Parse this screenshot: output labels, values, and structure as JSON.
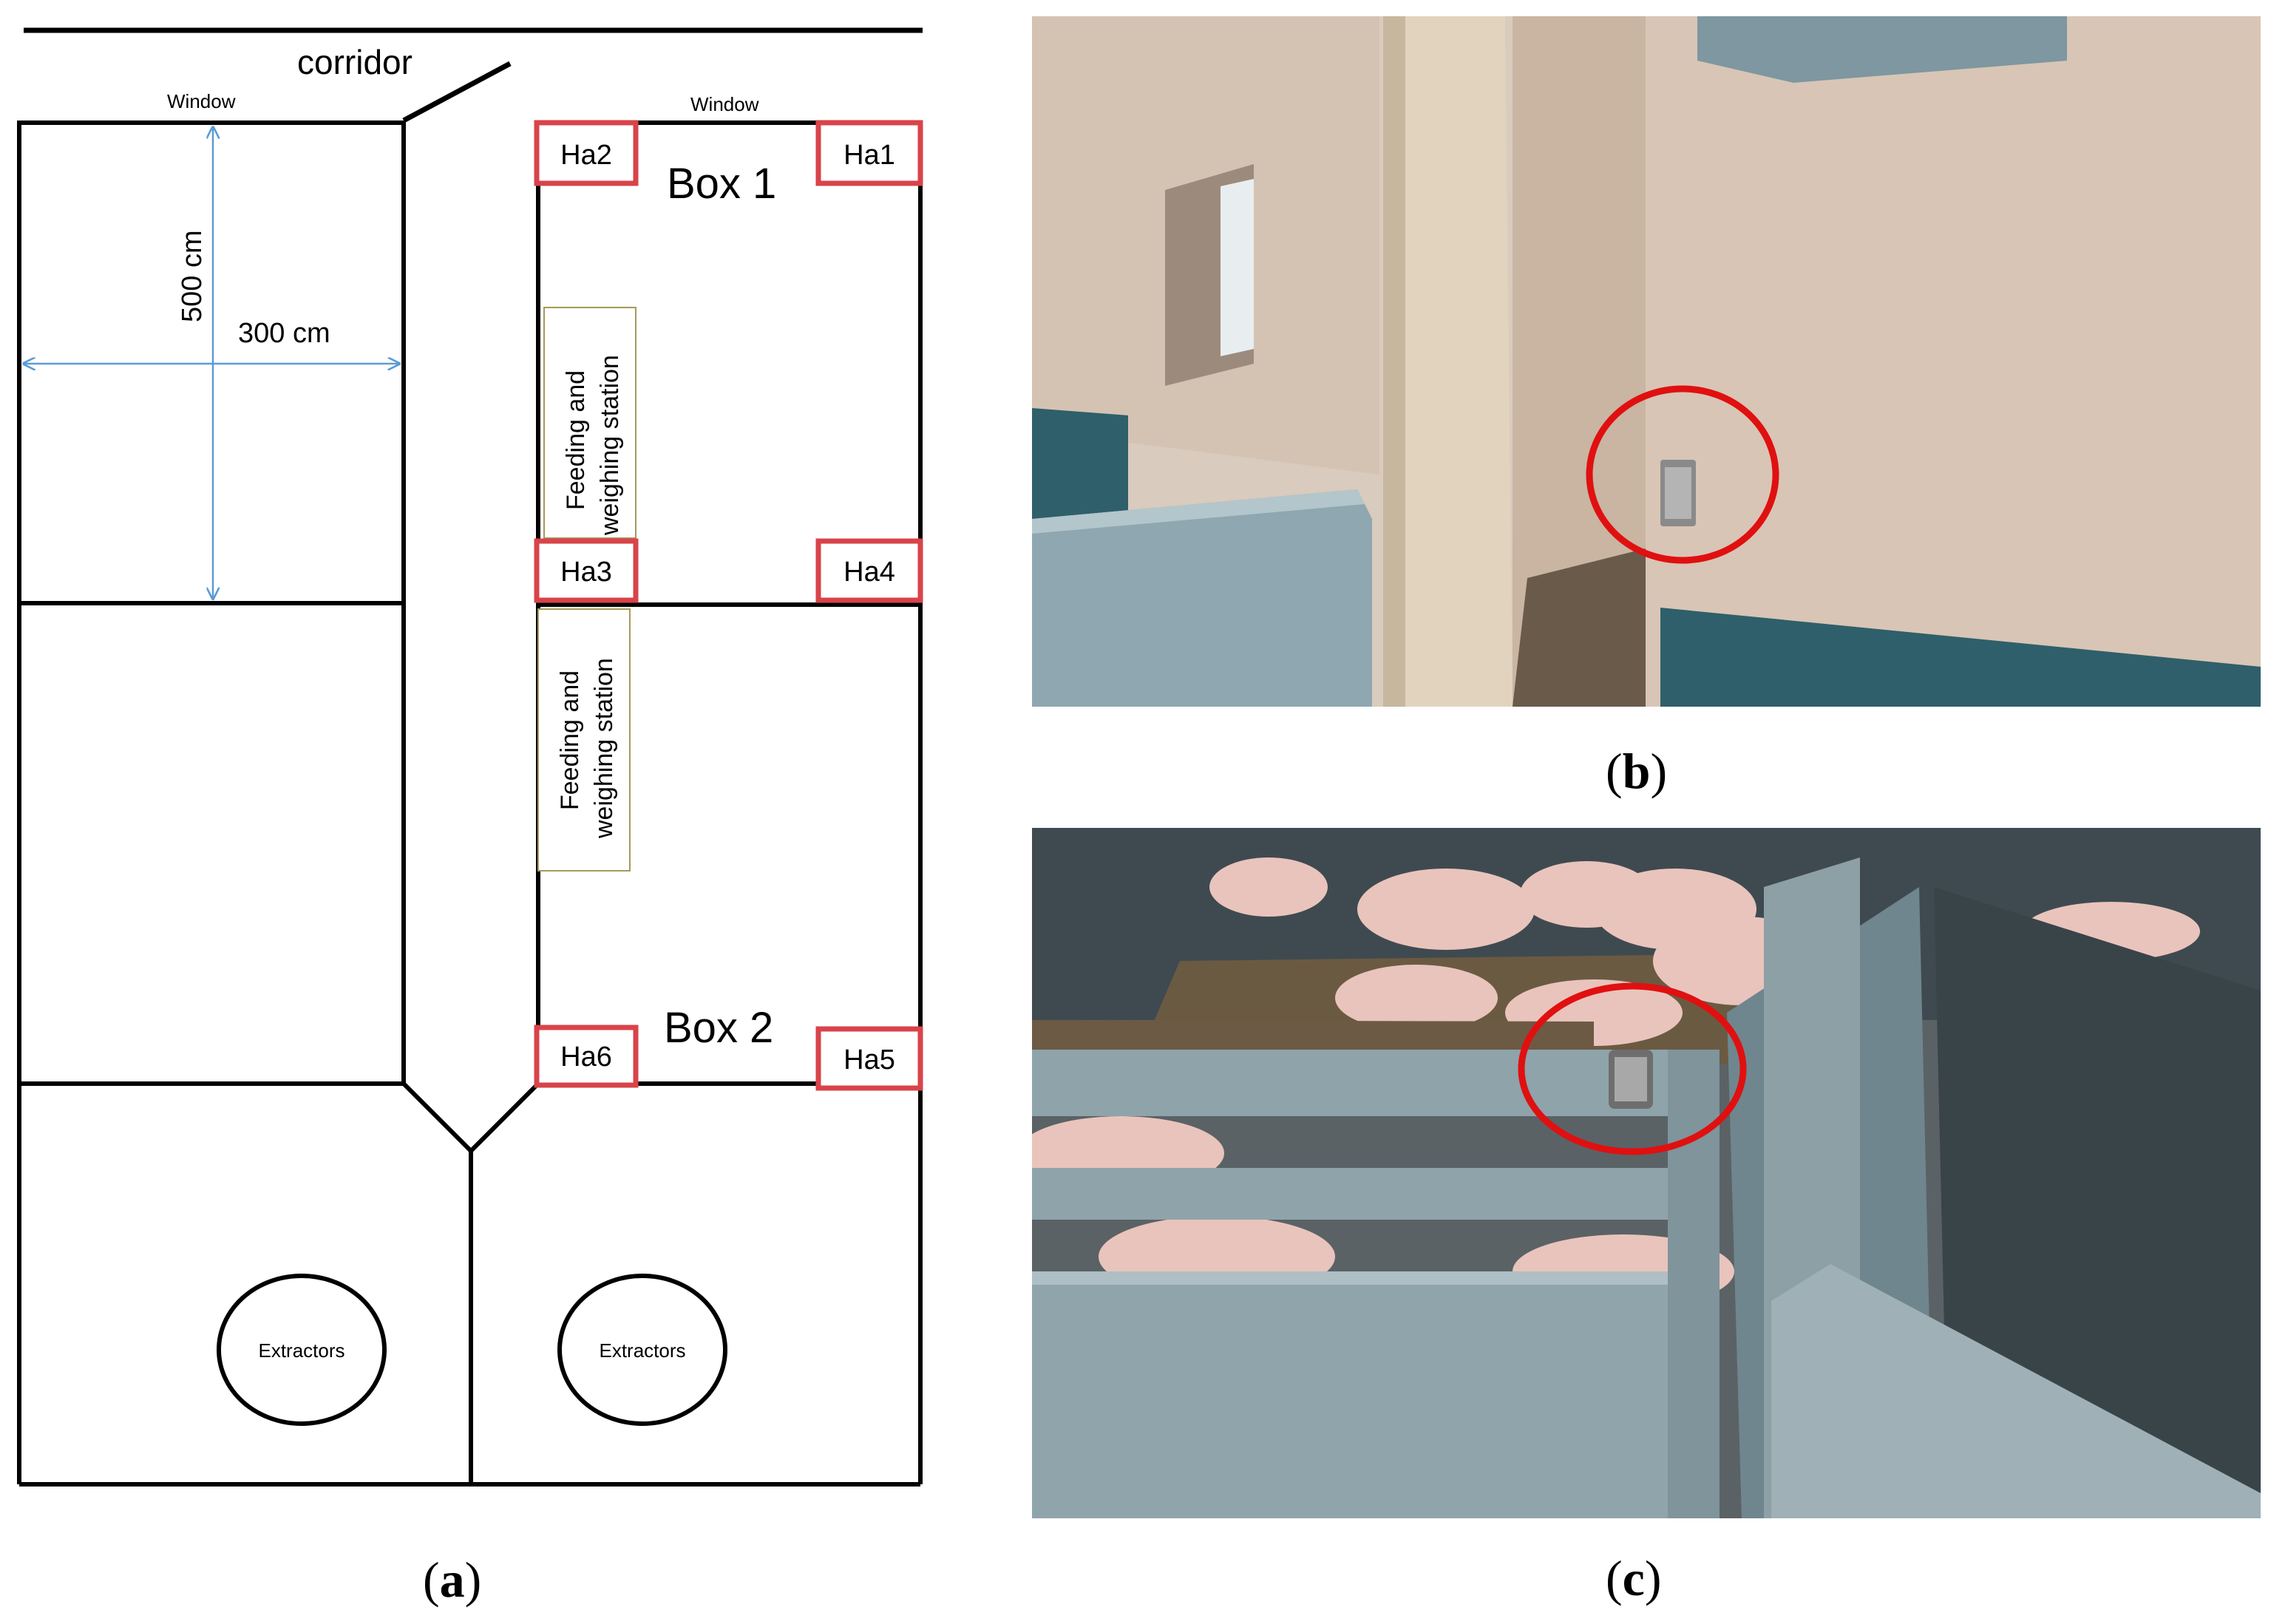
{
  "floor_plan": {
    "corridor_label": "corridor",
    "window_left_label": "Window",
    "window_right_label": "Window",
    "height_dimension": "500 cm",
    "width_dimension": "300 cm",
    "box1_label": "Box 1",
    "box2_label": "Box 2",
    "feeding_station_line1": "Feeding and",
    "feeding_station_line2": "weighing station",
    "sensors": [
      "Ha1",
      "Ha2",
      "Ha3",
      "Ha4",
      "Ha5",
      "Ha6"
    ],
    "extractors_label": "Extractors"
  },
  "panels": {
    "a": "a",
    "b": "b",
    "c": "c"
  },
  "colors": {
    "sensor_border": "#d9434a",
    "dimension_arrow": "#5b9bd5",
    "highlight_circle": "#e01010",
    "station_border": "#a59a5a"
  }
}
